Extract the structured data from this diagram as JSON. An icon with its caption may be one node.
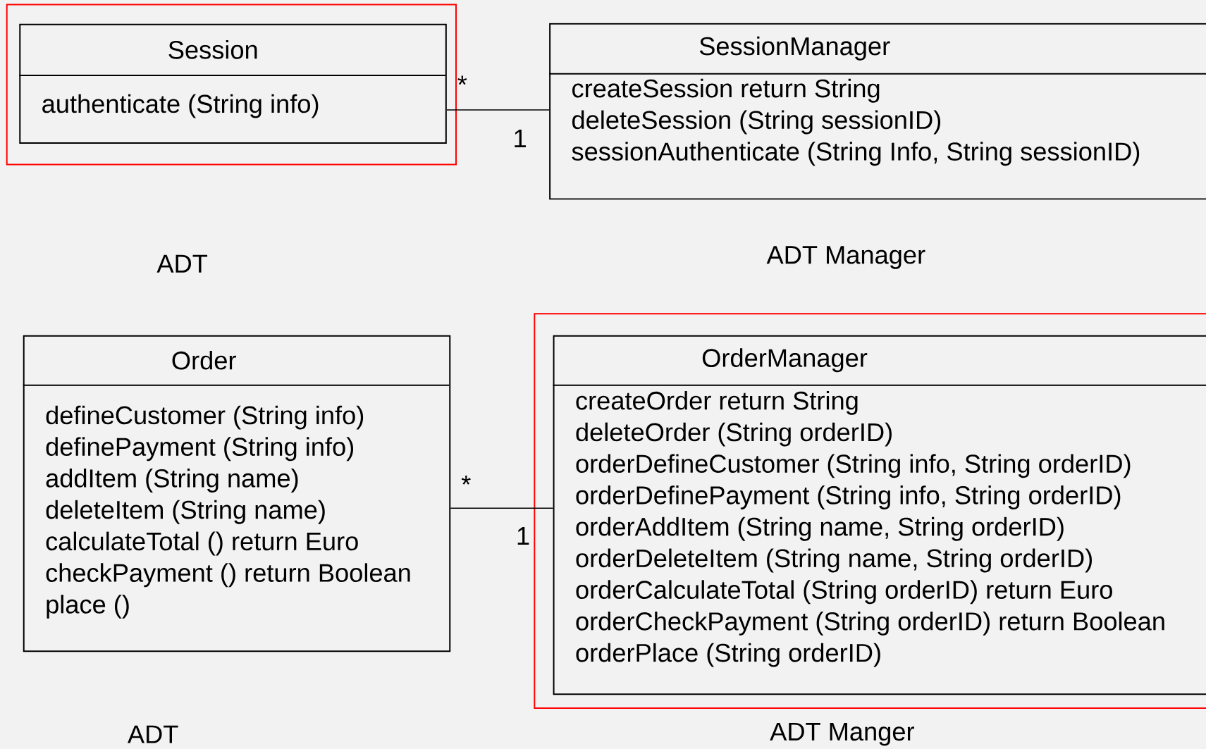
{
  "diagram": {
    "nodes": [
      {
        "text": [],
        "shape": "box"
      },
      {
        "text": [
          "Session",
          "authenticate (String info)"
        ],
        "in": 0
      },
      {
        "text": [
          "SessionManager",
          "createSession return String",
          "deleteSession (String sessionID)",
          "sessionAuthenticate (String Info, String sessionID)"
        ]
      },
      {
        "text": [
          "Order",
          "defineCustomer (String info)",
          "definePayment (String info)",
          "addItem (String name)",
          "deleteItem (String name)",
          "calculateTotal () return Euro",
          "checkPayment () return Boolean",
          "place ()"
        ]
      },
      {
        "text": [],
        "shape": "box"
      },
      {
        "text": [
          "OrderManager",
          "createOrder return String",
          "deleteOrder (String orderID)",
          "orderDefineCustomer (String info, String orderID)",
          "orderDefinePayment (String info, String orderID)",
          "orderAddItem (String name, String orderID)",
          "orderDeleteItem (String name, String orderID)",
          "orderCalculateTotal (String orderID) return Euro",
          "orderCheckPayment (String orderID) return Boolean",
          "orderPlace (String orderID)"
        ],
        "in": 4
      }
    ],
    "edges": [
      {
        "from": 1,
        "to": 2,
        "arrow": "none"
      },
      {
        "from": 3,
        "to": 5,
        "arrow": "none"
      }
    ],
    "labels": [
      "*",
      "1",
      "ADT",
      "ADT Manager",
      "*",
      "1",
      "ADT",
      "ADT Manger"
    ]
  }
}
